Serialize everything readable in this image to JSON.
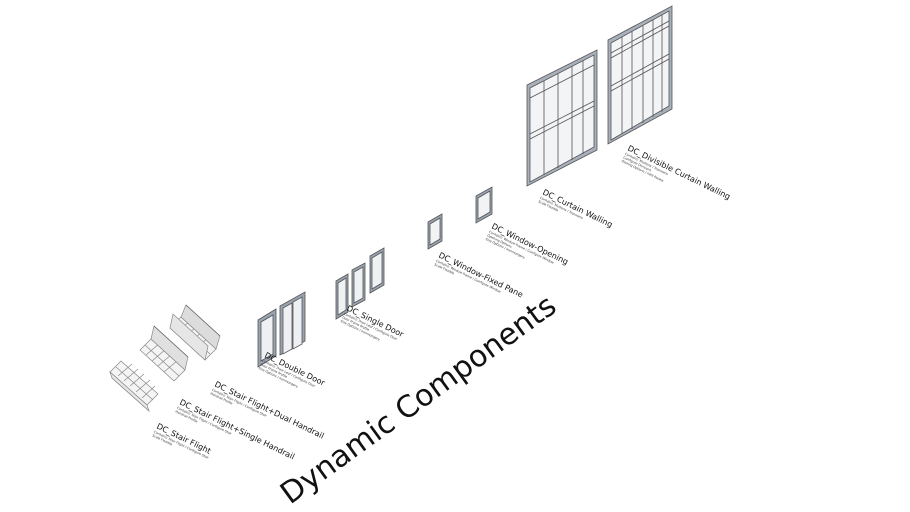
{
  "heading": "Dynamic Components",
  "components": [
    {
      "id": "stair-flight",
      "title": "DC_Stair Flight",
      "sub": [
        "Contains: Stair Flight / Configure Stair",
        "Scale Flexible"
      ]
    },
    {
      "id": "stair-flight-single-handrail",
      "title": "DC_Stair Flight+Single Handrail",
      "sub": [
        "Contains: Stair Flight / Configure Stair",
        "Handrail Profile"
      ]
    },
    {
      "id": "stair-flight-dual-handrail",
      "title": "DC_Stair Flight+Dual Handrail",
      "sub": [
        "Contains: Stair Flight / Configure Stair",
        "Handrail Profile"
      ]
    },
    {
      "id": "double-door",
      "title": "DC_Double Door",
      "sub": [
        "Contains: Door Leaf / Configure Door",
        "Door Frame Profile",
        "Size Options / Ironmongery"
      ]
    },
    {
      "id": "single-door",
      "title": "DC_Single Door",
      "sub": [
        "Contains: Door Leaf / Configure Door",
        "Door Frame Profile",
        "Size Options / Ironmongery"
      ]
    },
    {
      "id": "window-fixed-pane",
      "title": "DC_Window-Fixed Pane",
      "sub": [
        "Contains: Window Frame / Configure Window",
        "Scale Flexible"
      ]
    },
    {
      "id": "window-opening",
      "title": "DC_Window-Opening",
      "sub": [
        "Contains: Window Frame / Configure Window",
        "Opening Options",
        "Size Options / Ironmongery"
      ]
    },
    {
      "id": "curtain-walling",
      "title": "DC_Curtain Walling",
      "sub": [
        "Contains: Mullions / Transoms",
        "Scale Flexible"
      ]
    },
    {
      "id": "divisible-curtain-walling",
      "title": "DC_Divisible Curtain Walling",
      "sub": [
        "Contains: Mullions / Transoms",
        "Configure Divisions",
        "Glazing Options / Infill Panels"
      ]
    }
  ]
}
